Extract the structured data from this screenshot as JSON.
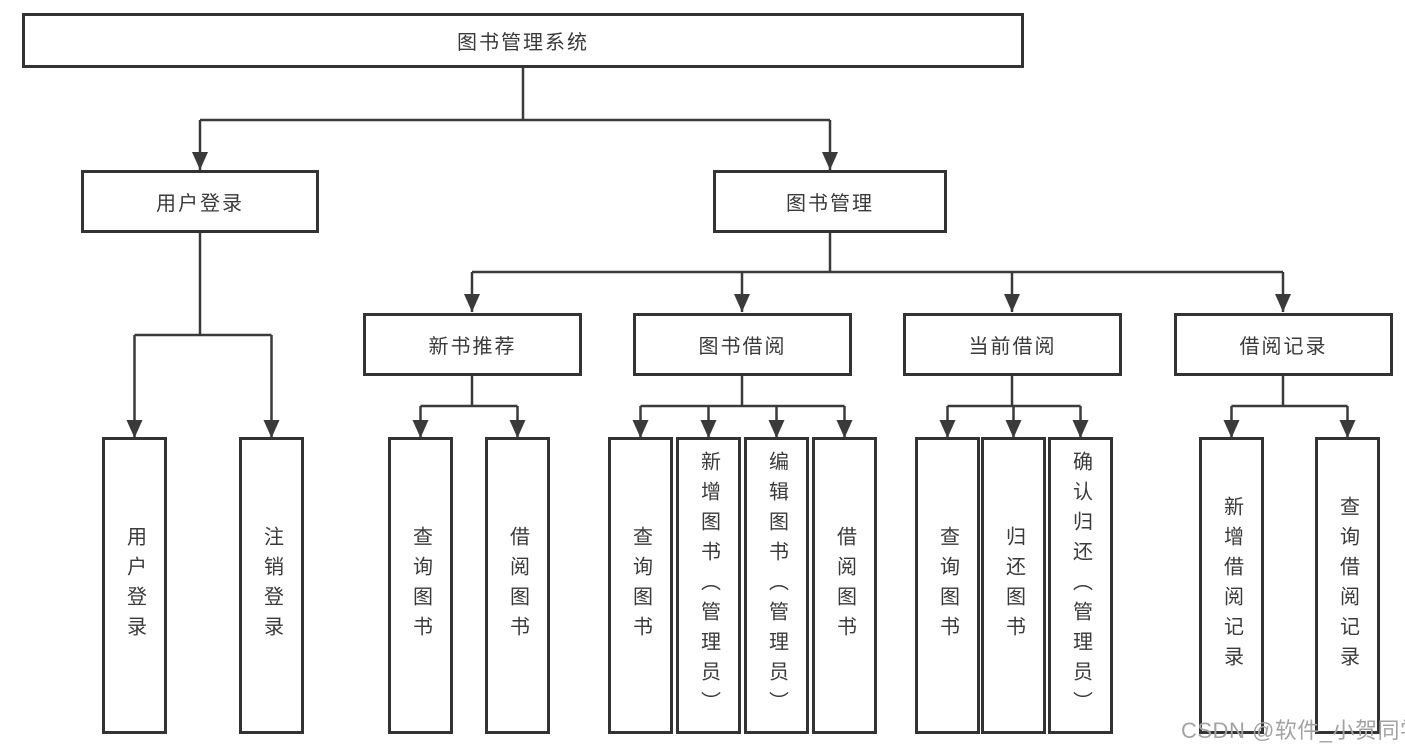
{
  "tree": {
    "label": "图书管理系统",
    "children": [
      {
        "label": "用户登录",
        "children": [
          {
            "label": "用户登录"
          },
          {
            "label": "注销登录"
          }
        ]
      },
      {
        "label": "图书管理",
        "children": [
          {
            "label": "新书推荐",
            "children": [
              {
                "label": "查询图书"
              },
              {
                "label": "借阅图书"
              }
            ]
          },
          {
            "label": "图书借阅",
            "children": [
              {
                "label": "查询图书"
              },
              {
                "label": "新增图书（管理员）"
              },
              {
                "label": "编辑图书（管理员）"
              },
              {
                "label": "借阅图书"
              }
            ]
          },
          {
            "label": "当前借阅",
            "children": [
              {
                "label": "查询图书"
              },
              {
                "label": "归还图书"
              },
              {
                "label": "确认归还（管理员）"
              }
            ]
          },
          {
            "label": "借阅记录",
            "children": [
              {
                "label": "新增借阅记录"
              },
              {
                "label": "查询借阅记录"
              }
            ]
          }
        ]
      }
    ]
  },
  "watermark": "CSDN @软件_小贺同学",
  "colors": {
    "line": "#3a3a3a",
    "border": "#333333",
    "text": "#3a3a3a",
    "watermark_text": "#a3a3a3",
    "background": "#ffffff"
  }
}
